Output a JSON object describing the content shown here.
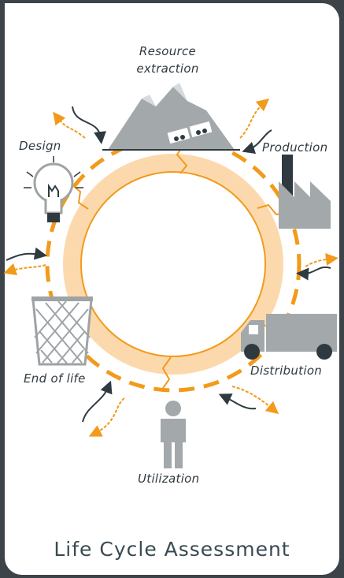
{
  "title": "Life Cycle Assessment",
  "stages": {
    "resource_extraction": "Resource extraction",
    "production": "Production",
    "distribution": "Distribution",
    "utilization": "Utilization",
    "end_of_life": "End of life",
    "design": "Design"
  },
  "colors": {
    "background": "#3c444a",
    "ring_fill": "#fcd9ad",
    "ring_line": "#f29a1a",
    "icon_gray": "#9ea3a6",
    "arrow_dark": "#2f3a40"
  }
}
